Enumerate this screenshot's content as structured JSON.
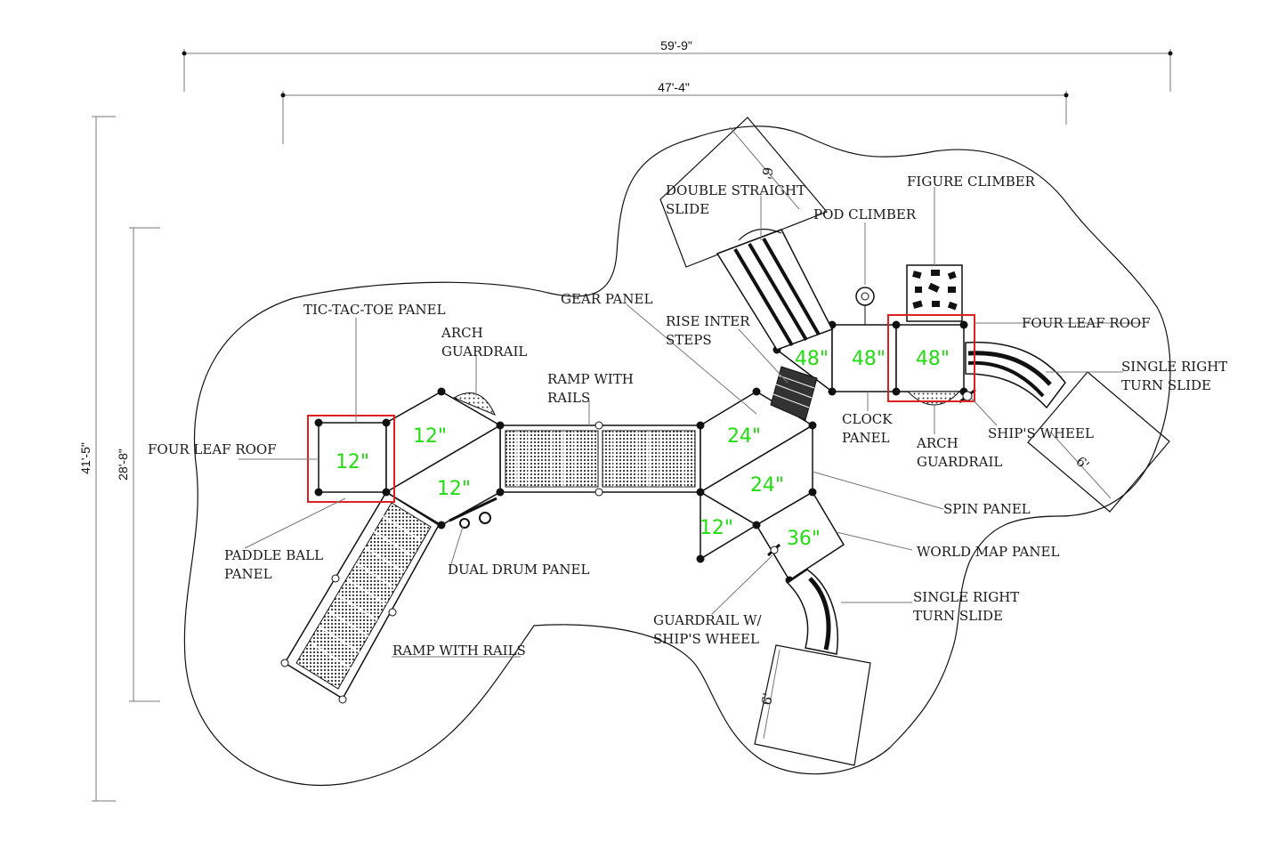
{
  "dimensions": {
    "overall_width": "59'-9\"",
    "inner_width": "47'-4\"",
    "overall_depth": "41'-5\"",
    "inner_depth": "28'-8\""
  },
  "decks": {
    "d12_left": "12\"",
    "d12_upper": "12\"",
    "d12_lower": "12\"",
    "d24_upper": "24\"",
    "d24_lower": "24\"",
    "d12_small": "12\"",
    "d36": "36\"",
    "d48_a": "48\"",
    "d48_b": "48\"",
    "d48_c": "48\""
  },
  "slide_zone_lengths": {
    "top": "6'",
    "right": "6'",
    "bottom": "6'"
  },
  "labels": {
    "tic_tac_toe": "TIC-TAC-TOE PANEL",
    "four_leaf_roof_left": "FOUR LEAF ROOF",
    "arch_guardrail_1a": "ARCH",
    "arch_guardrail_1b": "GUARDRAIL",
    "ramp_rails_1a": "RAMP WITH",
    "ramp_rails_1b": "RAILS",
    "gear_panel": "GEAR PANEL",
    "paddle_ball_a": "PADDLE BALL",
    "paddle_ball_b": "PANEL",
    "dual_drum": "DUAL DRUM PANEL",
    "ramp_rails_2": "RAMP WITH RAILS",
    "double_slide_a": "DOUBLE STRAIGHT",
    "double_slide_b": "SLIDE",
    "pod_climber": "POD CLIMBER",
    "figure_climber": "FIGURE CLIMBER",
    "rise_steps_a": "RISE INTER",
    "rise_steps_b": "STEPS",
    "four_leaf_roof_right": "FOUR LEAF ROOF",
    "single_turn_1a": "SINGLE RIGHT",
    "single_turn_1b": "TURN SLIDE",
    "clock_a": "CLOCK",
    "clock_b": "PANEL",
    "arch_guardrail_2a": "ARCH",
    "arch_guardrail_2b": "GUARDRAIL",
    "ships_wheel": "SHIP'S WHEEL",
    "spin_panel": "SPIN PANEL",
    "world_map": "WORLD MAP PANEL",
    "single_turn_2a": "SINGLE RIGHT",
    "single_turn_2b": "TURN SLIDE",
    "guardrail_wheel_a": "GUARDRAIL W/",
    "guardrail_wheel_b": "SHIP'S WHEEL"
  },
  "colors": {
    "deck_height_text": "#22dd11",
    "roof_highlight": "#e02020",
    "line": "#111111"
  }
}
